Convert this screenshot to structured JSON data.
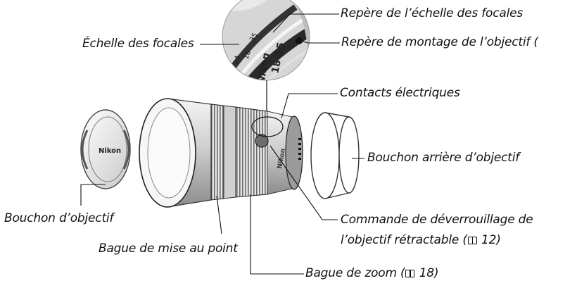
{
  "labels": {
    "focal_scale_mark": "Repère de l’échelle des focales",
    "lens_mount_mark": "Repère de montage de l’objectif (",
    "focal_scale": "Échelle des focales",
    "cpu_contacts": "Contacts électriques",
    "rear_cap": "Bouchon arrière d’objectif",
    "lens_cap": "Bouchon d’objectif",
    "retract_button_line1": "Commande de déverrouillage de",
    "retract_button_line2_a": "l’objectif rétractable (",
    "retract_button_line2_b": " 12)",
    "focus_ring": "Bague de mise au point",
    "zoom_ring_a": "Bague de zoom (",
    "zoom_ring_b": " 18)"
  },
  "lens_text": {
    "brand": "Nikon",
    "barrel_brand": "Nikon",
    "focal_range": "18-55",
    "focal_tick_18": "18",
    "focal_tick_24": "24",
    "focal_tick_35": "35"
  }
}
